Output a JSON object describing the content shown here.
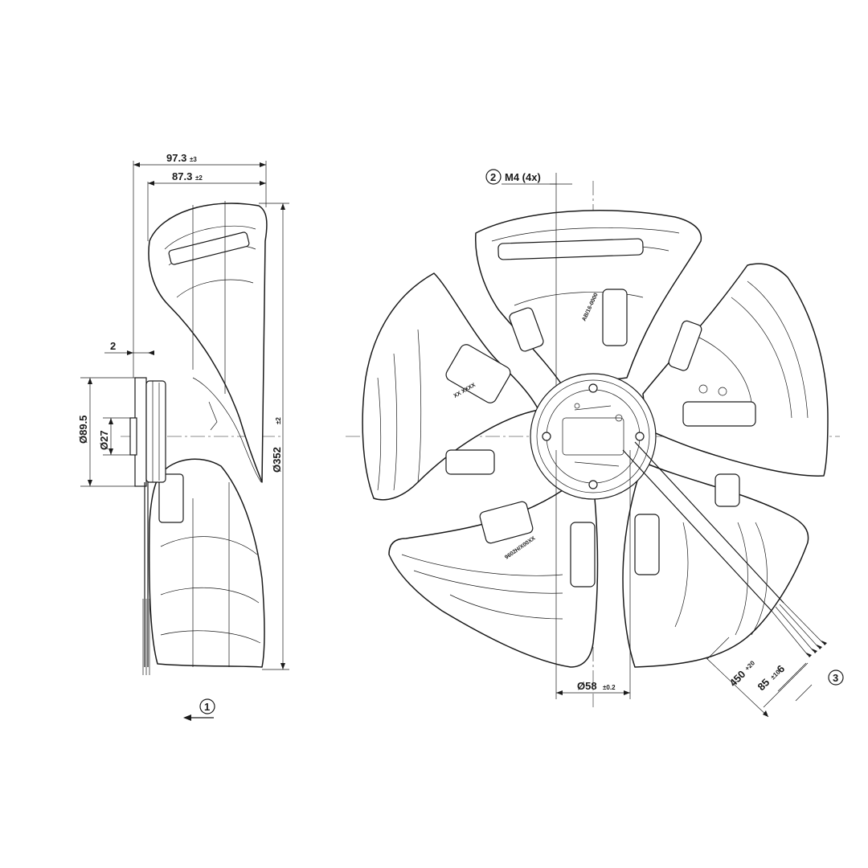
{
  "dimensions": {
    "overall_depth": {
      "value": "97.3",
      "tol": "±3"
    },
    "blade_depth": {
      "value": "87.3",
      "tol": "±2"
    },
    "offset": {
      "value": "2"
    },
    "flange_dia": {
      "value": "Ø89.5"
    },
    "shaft_dia": {
      "value": "Ø27"
    },
    "fan_dia": {
      "value": "Ø352",
      "tol": "±2"
    },
    "mount_thread": {
      "callout": "2",
      "value": "M4 (4x)"
    },
    "bolt_circle": {
      "value": "Ø58",
      "tol": "±0.2"
    },
    "cable_length": {
      "value": "450",
      "tol": "+20"
    },
    "strip_length": {
      "value": "85",
      "tol": "±10"
    },
    "wire_end": {
      "value": "6"
    }
  },
  "callouts": {
    "airflow": "1",
    "cable": "3"
  },
  "labels": {
    "blade_mark_1": "XX  XXXX",
    "blade_mark_2": "9602H/X00XX",
    "blade_mark_3": "AB/16-0000"
  }
}
